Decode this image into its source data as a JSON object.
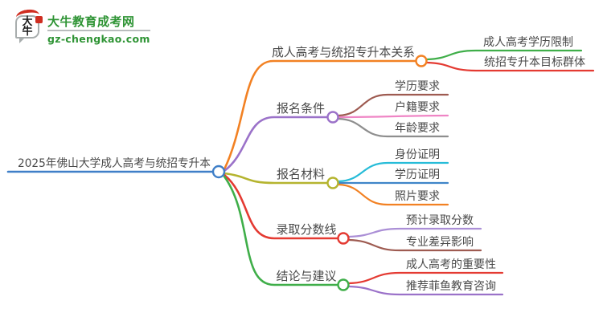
{
  "logo": {
    "mark_text": "大牛",
    "title": "大牛教育成考网",
    "domain": "gz-chengkao.com"
  },
  "palette": {
    "background": "#ffffff",
    "text": "#4a4a4a",
    "logo_green": "#2f9435",
    "logo_red": "#cf2e21",
    "bubble_gray": "#a8adad"
  },
  "mindmap": {
    "root": {
      "label": "2025年佛山大学成人高考与统招专升本",
      "color": "#3f7fc8"
    },
    "branches": [
      {
        "label": "成人高考与统招专升本关系",
        "color": "#f28123",
        "children": [
          {
            "label": "成人高考学历限制",
            "color": "#3fae49"
          },
          {
            "label": "统招专升本目标群体",
            "color": "#e43a32"
          }
        ]
      },
      {
        "label": "报名条件",
        "color": "#9b72c9",
        "children": [
          {
            "label": "学历要求",
            "color": "#9e5b51"
          },
          {
            "label": "户籍要求",
            "color": "#ef85c5"
          },
          {
            "label": "年龄要求",
            "color": "#8e8e8e"
          }
        ]
      },
      {
        "label": "报名材料",
        "color": "#b5b42f",
        "children": [
          {
            "label": "身份证明",
            "color": "#27bcd8"
          },
          {
            "label": "学历证明",
            "color": "#3f85c8"
          },
          {
            "label": "照片要求",
            "color": "#f28123"
          }
        ]
      },
      {
        "label": "录取分数线",
        "color": "#e43a32",
        "children": [
          {
            "label": "预计录取分数",
            "color": "#ab8fd6"
          },
          {
            "label": "专业差异影响",
            "color": "#9e5b51"
          }
        ]
      },
      {
        "label": "结论与建议",
        "color": "#3fae49",
        "children": [
          {
            "label": "成人高考的重要性",
            "color": "#e43a32"
          },
          {
            "label": "推荐菲鱼教育咨询",
            "color": "#9b72c9"
          }
        ]
      }
    ]
  }
}
